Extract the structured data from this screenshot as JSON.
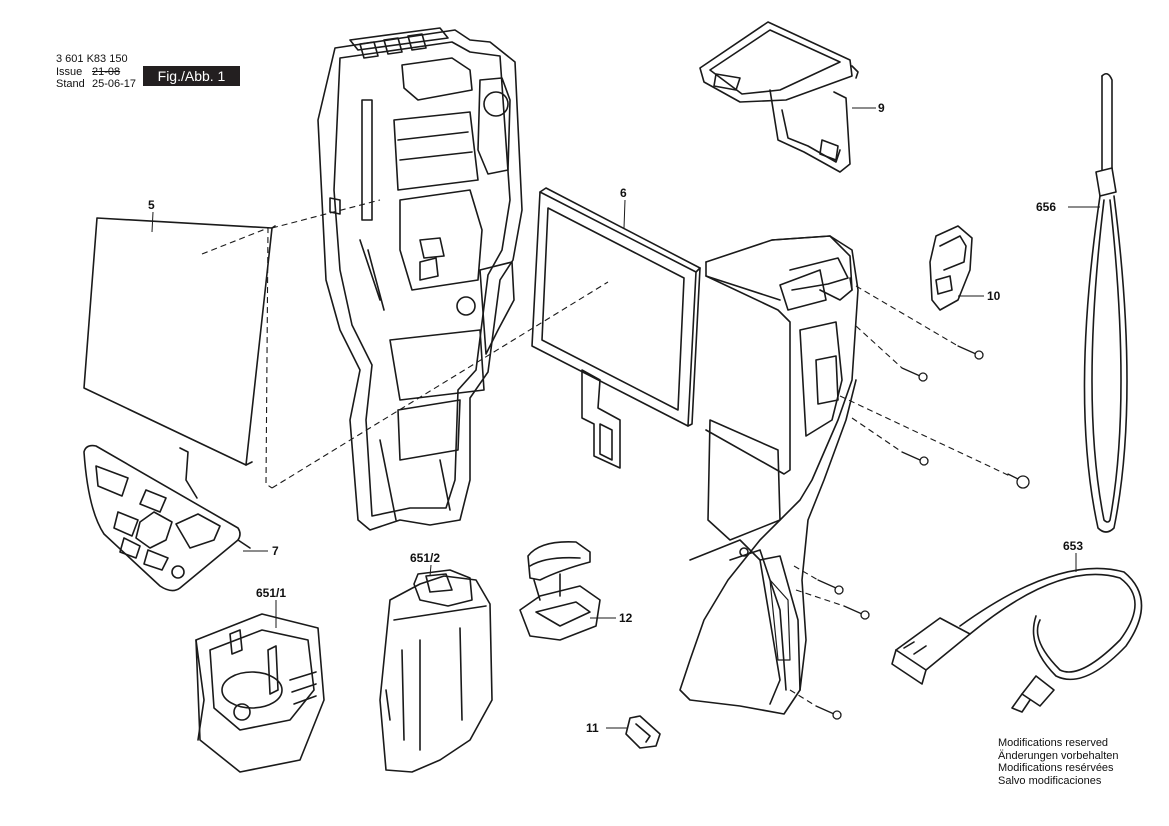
{
  "header": {
    "part_number": "3 601 K83 150",
    "issue_label": "Issue",
    "issue_date": "21-08",
    "stand_label": "Stand",
    "stand_date": "25-06-17",
    "figure_badge": "Fig./Abb. 1"
  },
  "callouts": {
    "c5": "5",
    "c6": "6",
    "c7": "7",
    "c9": "9",
    "c10": "10",
    "c11": "11",
    "c12": "12",
    "c651_1": "651/1",
    "c651_2": "651/2",
    "c653": "653",
    "c656": "656"
  },
  "notes": [
    "Modifications reserved",
    "Änderungen vorbehalten",
    "Modifications resérvées",
    "Salvo modificaciones"
  ],
  "colors": {
    "line": "#1a1a1a",
    "badge_bg": "#231f20",
    "badge_text": "#ffffff",
    "background": "#ffffff"
  }
}
